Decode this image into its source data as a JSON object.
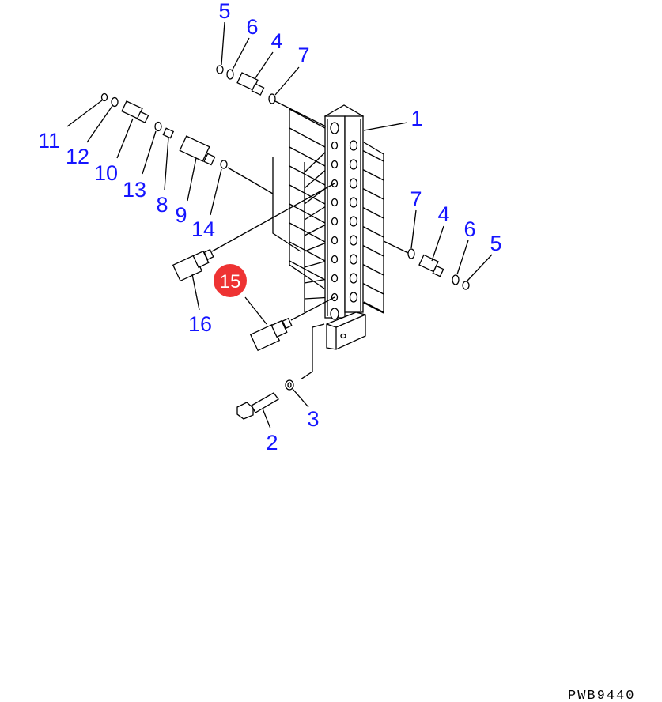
{
  "diagram": {
    "callouts": [
      {
        "id": "5a",
        "label": "5"
      },
      {
        "id": "6a",
        "label": "6"
      },
      {
        "id": "4a",
        "label": "4"
      },
      {
        "id": "7a",
        "label": "7"
      },
      {
        "id": "1",
        "label": "1"
      },
      {
        "id": "11",
        "label": "11"
      },
      {
        "id": "12",
        "label": "12"
      },
      {
        "id": "10",
        "label": "10"
      },
      {
        "id": "13",
        "label": "13"
      },
      {
        "id": "8",
        "label": "8"
      },
      {
        "id": "9",
        "label": "9"
      },
      {
        "id": "14",
        "label": "14"
      },
      {
        "id": "7b",
        "label": "7"
      },
      {
        "id": "4b",
        "label": "4"
      },
      {
        "id": "6b",
        "label": "6"
      },
      {
        "id": "5b",
        "label": "5"
      },
      {
        "id": "16",
        "label": "16"
      },
      {
        "id": "3",
        "label": "3"
      },
      {
        "id": "2",
        "label": "2"
      }
    ],
    "highlighted": {
      "label": "15",
      "color": "#ee3333"
    },
    "drawing_code": "PWB9440",
    "callout_color": "#1515ff"
  }
}
